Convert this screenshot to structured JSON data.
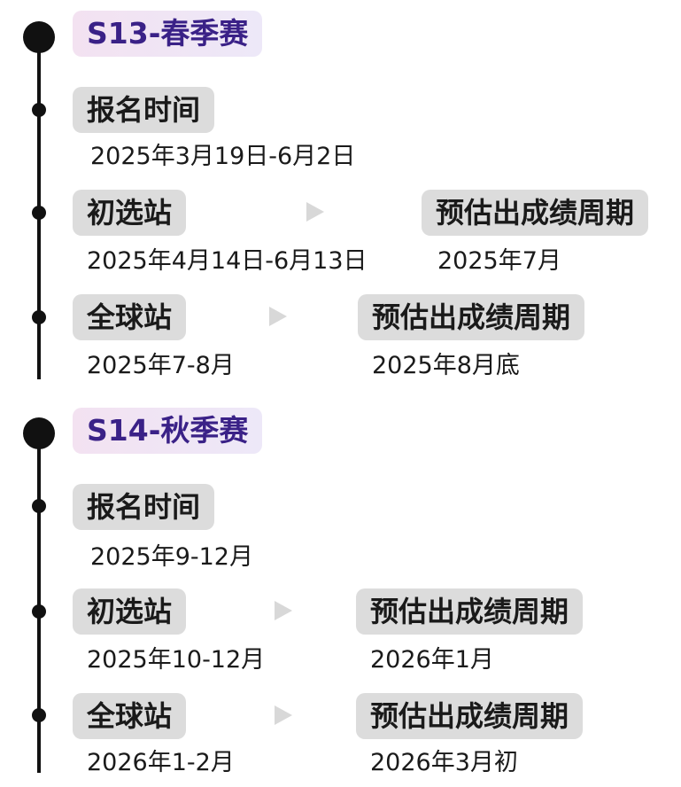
{
  "seasons": [
    {
      "title": "S13-春季赛",
      "registration": {
        "label": "报名时间",
        "date": "2025年3月19日-6月2日"
      },
      "prelim": {
        "label": "初选站",
        "date": "2025年4月14日-6月13日",
        "result_label": "预估出成绩周期",
        "result_date": "2025年7月"
      },
      "global": {
        "label": "全球站",
        "date": "2025年7-8月",
        "result_label": "预估出成绩周期",
        "result_date": "2025年8月底"
      }
    },
    {
      "title": "S14-秋季赛",
      "registration": {
        "label": "报名时间",
        "date": "2025年9-12月"
      },
      "prelim": {
        "label": "初选站",
        "date": "2025年10-12月",
        "result_label": "预估出成绩周期",
        "result_date": "2026年1月"
      },
      "global": {
        "label": "全球站",
        "date": "2026年1-2月",
        "result_label": "预估出成绩周期",
        "result_date": "2026年3月初"
      }
    }
  ],
  "colors": {
    "season_title": "#3a2187",
    "season_bg": "#f1e4f4",
    "pill_bg": "#dcdcdc",
    "timeline": "#111111",
    "arrow": "#d8d8d8"
  },
  "icons": {
    "arrow": "triangle-right-icon",
    "node": "timeline-dot-icon"
  }
}
